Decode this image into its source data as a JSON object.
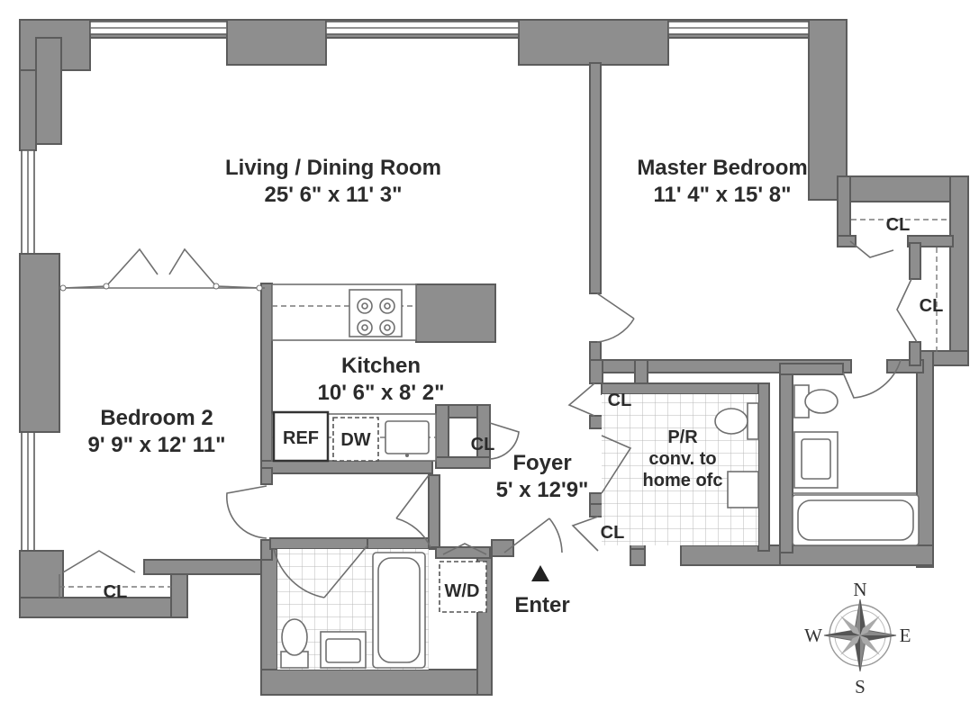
{
  "rooms": {
    "living": {
      "name": "Living / Dining Room",
      "dims": "25' 6\" x 11' 3\""
    },
    "master": {
      "name": "Master Bedroom",
      "dims": "11' 4\" x 15' 8\""
    },
    "kitchen": {
      "name": "Kitchen",
      "dims": "10' 6\" x 8' 2\""
    },
    "bedroom2": {
      "name": "Bedroom 2",
      "dims": "9' 9\" x 12' 11\""
    },
    "foyer": {
      "name": "Foyer",
      "dims": "5' x 12'9\""
    },
    "pr": {
      "line1": "P/R",
      "line2": "conv. to",
      "line3": "home ofc"
    }
  },
  "labels": {
    "closet": "CL",
    "ref": "REF",
    "dw": "DW",
    "wd": "W/D",
    "enter": "Enter"
  },
  "compass": {
    "n": "N",
    "e": "E",
    "s": "S",
    "w": "W"
  },
  "colors": {
    "wall": "#8e8e8e",
    "wall_edge": "#5c5c5c",
    "text": "#2b2b2b",
    "background": "#ffffff"
  }
}
